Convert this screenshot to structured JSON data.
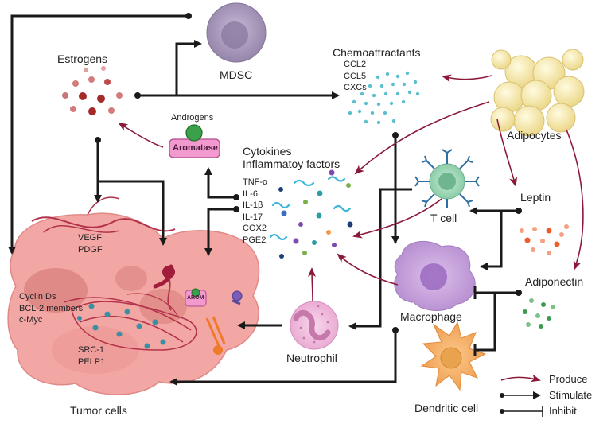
{
  "labels": {
    "estrogens": "Estrogens",
    "mdsc": "MDSC",
    "chemoattractants": "Chemoattractants",
    "adipocytes": "Adipocytes",
    "androgens": "Androgens",
    "aromatase": "Aromatase",
    "cytokines_title_1": "Cytokines",
    "cytokines_title_2": "Inflammatoy factors",
    "t_cell": "T cell",
    "leptin": "Leptin",
    "adiponectin": "Adiponectin",
    "macrophage": "Macrophage",
    "neutrophil": "Neutrophil",
    "dendritic_cell": "Dendritic cell",
    "tumor_cells": "Tumor cells",
    "arom": "AROM"
  },
  "chemoattractant_list": [
    "CCL2",
    "CCL5",
    "CXCs"
  ],
  "cytokine_list": [
    "TNF-α",
    "IL-6",
    "IL-1β",
    "IL-17",
    "COX2",
    "PGE2"
  ],
  "tumor_factors": {
    "growth": [
      "VEGF",
      "PDGF"
    ],
    "genes": [
      "Cyclin Ds",
      "BCL-2 members",
      "c-Myc"
    ],
    "coactivators": [
      "SRC-1",
      "PELP1"
    ]
  },
  "legend": {
    "produce": "Produce",
    "stimulate": "Stimulate",
    "inhibit": "Inhibit"
  },
  "colors": {
    "arrow": "#1a1a1a",
    "produce_arrow": "#8b1a3a",
    "tumor": "#f0a0a0",
    "mdsc": "#a898b8",
    "tcell": "#9ed6b8",
    "macrophage": "#c9a6dc",
    "neutrophil": "#f1bede",
    "dendritic": "#f6b473",
    "adipocyte": "#f7e9a8",
    "aromatase": "#f29ad0"
  }
}
